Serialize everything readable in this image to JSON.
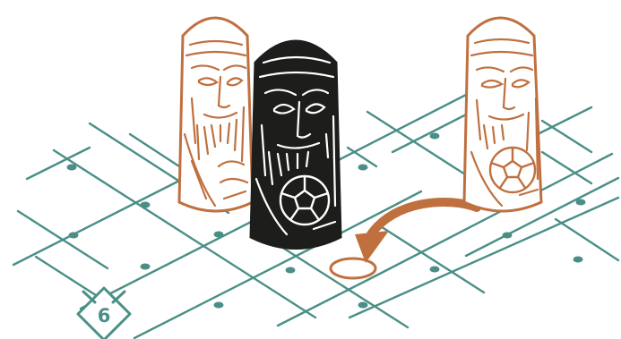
{
  "step": {
    "number": "6"
  },
  "colors": {
    "grid": "#4a8f87",
    "copper": "#c0703f",
    "dark": "#1d1d1b",
    "background": "#ffffff"
  },
  "pieces": [
    {
      "name": "left-copper-stone",
      "type": "face-stone",
      "color": "copper"
    },
    {
      "name": "center-dark-stone",
      "type": "ball-stone",
      "color": "dark"
    },
    {
      "name": "right-copper-stone",
      "type": "ball-stone",
      "color": "copper"
    }
  ],
  "move": {
    "from": "right-copper-stone",
    "to": "target-space",
    "icon": "curved-arrow-icon"
  }
}
